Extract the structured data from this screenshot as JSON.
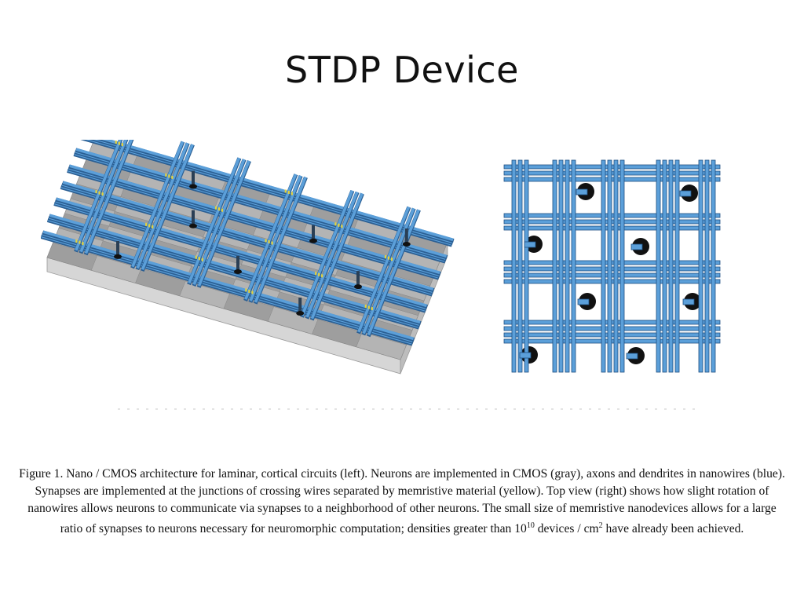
{
  "slide": {
    "title": "STDP Device"
  },
  "figure": {
    "left_view": "3D nano/CMOS architecture",
    "right_view": "top view",
    "colors": {
      "nanowire": "#5b9fd9",
      "nanowire_dark": "#2b5f93",
      "cmos": "#a9a9a9",
      "memristive": "#e5d23a",
      "neuron": "#111111"
    }
  },
  "caption": {
    "part1": "Figure 1.   Nano / CMOS architecture for laminar, cortical circuits (left). Neurons are implemented in CMOS (gray), axons and dendrites in nanowires (blue). Synapses are implemented at the junctions of crossing wires separated by memristive material (yellow). Top view (right) shows how slight rotation of nanowires allows neurons to communicate via  synapses to a neighborhood of other neurons. The small size of memristive nanodevices allows for a large ratio of synapses to neurons necessary for neuromorphic computation; densities greater than 10",
    "sup1": "10",
    "part2": " devices / cm",
    "sup2": "2",
    "part3": " have already been achieved."
  }
}
